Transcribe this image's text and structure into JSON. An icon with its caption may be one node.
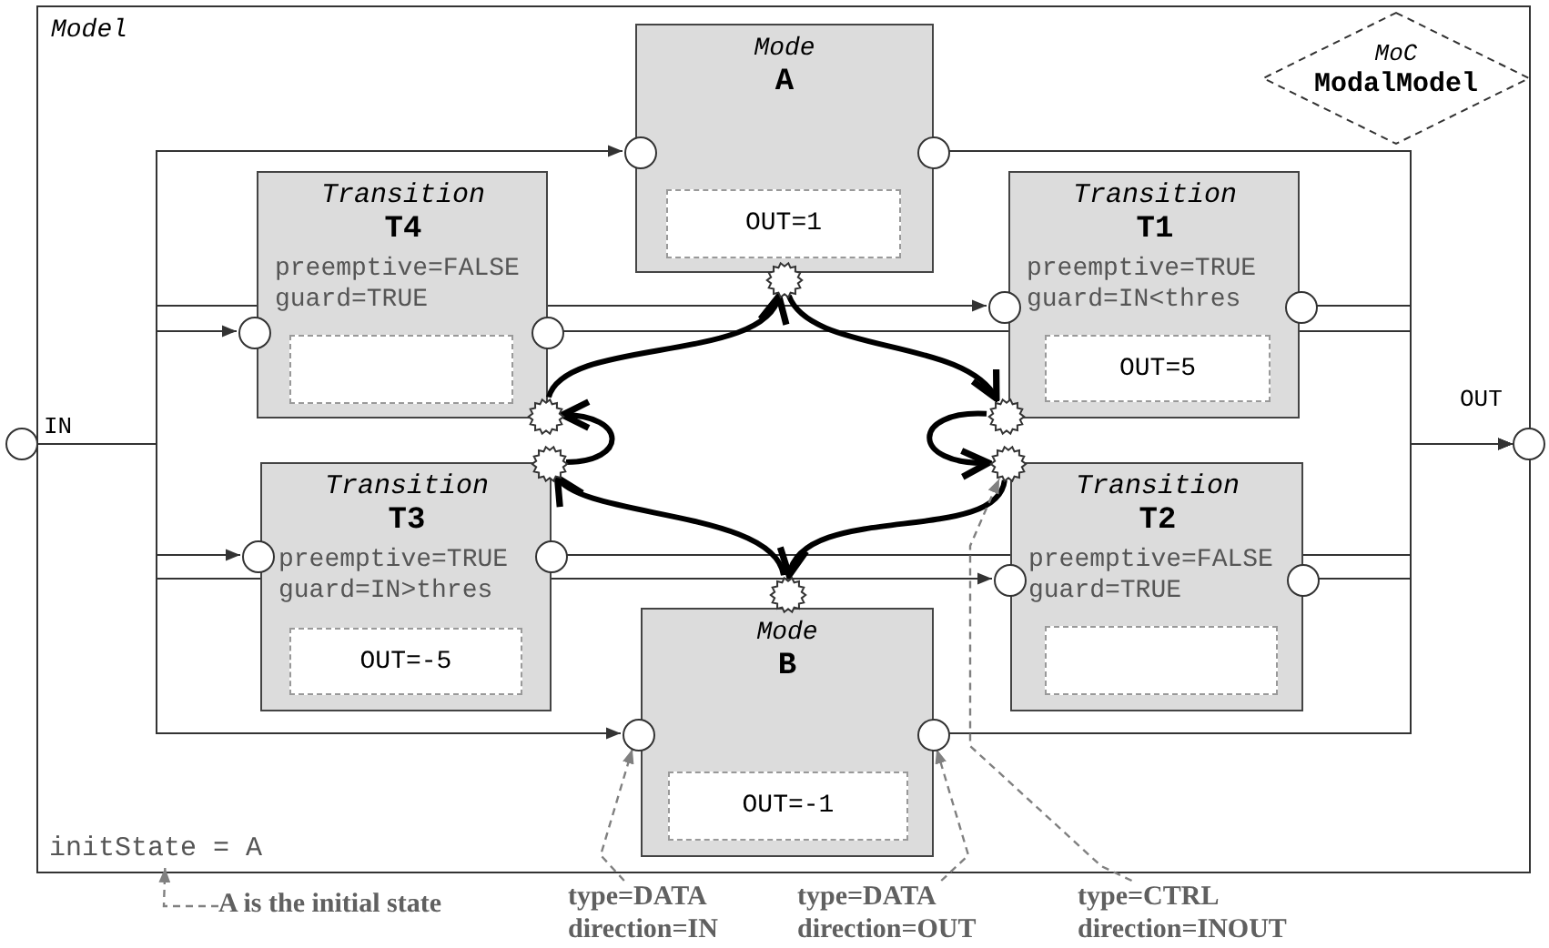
{
  "diagram": {
    "nodes": [
      {
        "text": [
          "Model"
        ]
      },
      {
        "text": [
          "Mode",
          "A"
        ],
        "in": 0
      },
      {
        "text": [
          "OUT=1"
        ],
        "in": 1
      },
      {
        "text": [
          "MoC",
          "ModalModel"
        ],
        "in": 0
      },
      {
        "text": [
          "Transition",
          "T4",
          "preemptive=FALSE",
          "guard=TRUE"
        ],
        "in": 0
      },
      {
        "text": [],
        "shape": "box",
        "in": 4
      },
      {
        "text": [
          "Transition",
          "T1",
          "preemptive=TRUE",
          "guard=IN<thres"
        ],
        "in": 0
      },
      {
        "text": [
          "OUT=5"
        ],
        "in": 6
      },
      {
        "text": [
          "Transition",
          "T3",
          "preemptive=TRUE",
          "guard=IN>thres"
        ],
        "in": 0
      },
      {
        "text": [
          "OUT=-5"
        ],
        "in": 8
      },
      {
        "text": [
          "Transition",
          "T2",
          "preemptive=FALSE",
          "guard=TRUE"
        ],
        "in": 0
      },
      {
        "text": [],
        "shape": "box",
        "in": 10
      },
      {
        "text": [
          "Mode",
          "B"
        ],
        "in": 0
      },
      {
        "text": [
          "OUT=-1"
        ],
        "in": 12
      },
      {
        "text": [
          "initState = A"
        ],
        "in": 0
      },
      {
        "text": [],
        "shape": "circle",
        "beside": [
          "IN"
        ]
      },
      {
        "text": [],
        "shape": "circle",
        "beside": [
          "OUT"
        ]
      },
      {
        "text": [],
        "shape": "circle",
        "in": 0
      },
      {
        "text": [],
        "shape": "circle",
        "in": 0
      },
      {
        "text": [],
        "shape": "star",
        "in": 0
      },
      {
        "text": [],
        "shape": "circle",
        "in": 0
      },
      {
        "text": [],
        "shape": "circle",
        "in": 0
      },
      {
        "text": [],
        "shape": "star",
        "in": 0
      },
      {
        "text": [],
        "shape": "circle",
        "in": 0
      },
      {
        "text": [],
        "shape": "circle",
        "in": 0
      },
      {
        "text": [],
        "shape": "star",
        "in": 0
      },
      {
        "text": [],
        "shape": "circle",
        "in": 0
      },
      {
        "text": [],
        "shape": "circle",
        "in": 0
      },
      {
        "text": [],
        "shape": "star",
        "in": 0
      },
      {
        "text": [],
        "shape": "circle",
        "in": 0
      },
      {
        "text": [],
        "shape": "circle",
        "in": 0
      },
      {
        "text": [],
        "shape": "star",
        "in": 0
      },
      {
        "text": [],
        "shape": "circle",
        "in": 0
      },
      {
        "text": [],
        "shape": "circle",
        "in": 0
      },
      {
        "text": [],
        "shape": "star",
        "in": 0
      },
      {
        "text": [
          "A is the initial state"
        ]
      },
      {
        "text": [
          "type=DATA",
          "direction=IN"
        ]
      },
      {
        "text": [
          "type=DATA",
          "direction=OUT"
        ]
      },
      {
        "text": [
          "type=CTRL",
          "direction=INOUT"
        ]
      }
    ],
    "edges": [
      {
        "from": 15,
        "to": 17,
        "arrow": "to"
      },
      {
        "from": 15,
        "to": 20,
        "arrow": "to"
      },
      {
        "from": 15,
        "to": 23,
        "arrow": "to"
      },
      {
        "from": 15,
        "to": 26,
        "arrow": "to"
      },
      {
        "from": 15,
        "to": 29,
        "arrow": "to"
      },
      {
        "from": 15,
        "to": 32,
        "arrow": "to"
      },
      {
        "from": 18,
        "to": 16,
        "arrow": "to"
      },
      {
        "from": 24,
        "to": 16,
        "arrow": "to"
      },
      {
        "from": 21,
        "to": 16,
        "arrow": "to"
      },
      {
        "from": 27,
        "to": 16,
        "arrow": "to"
      },
      {
        "from": 30,
        "to": 16,
        "arrow": "to"
      },
      {
        "from": 33,
        "to": 16,
        "arrow": "to"
      },
      {
        "from": 19,
        "to": 25,
        "arrow": "to",
        "style": "thick"
      },
      {
        "from": 25,
        "to": 31,
        "arrow": "to",
        "style": "thick"
      },
      {
        "from": 31,
        "to": 34,
        "arrow": "to",
        "style": "thick"
      },
      {
        "from": 34,
        "to": 28,
        "arrow": "to",
        "style": "thick"
      },
      {
        "from": 28,
        "to": 22,
        "arrow": "to",
        "style": "thick"
      },
      {
        "from": 22,
        "to": 19,
        "arrow": "to",
        "style": "thick"
      },
      {
        "from": 35,
        "to": 14,
        "arrow": "to",
        "style": "dashed",
        "color": "#808080"
      },
      {
        "from": 36,
        "to": 32,
        "arrow": "to",
        "style": "dashed",
        "color": "#808080"
      },
      {
        "from": 37,
        "to": 33,
        "arrow": "to",
        "style": "dashed",
        "color": "#808080"
      },
      {
        "from": 38,
        "to": 31,
        "arrow": "to",
        "style": "dashed",
        "color": "#808080"
      }
    ]
  }
}
